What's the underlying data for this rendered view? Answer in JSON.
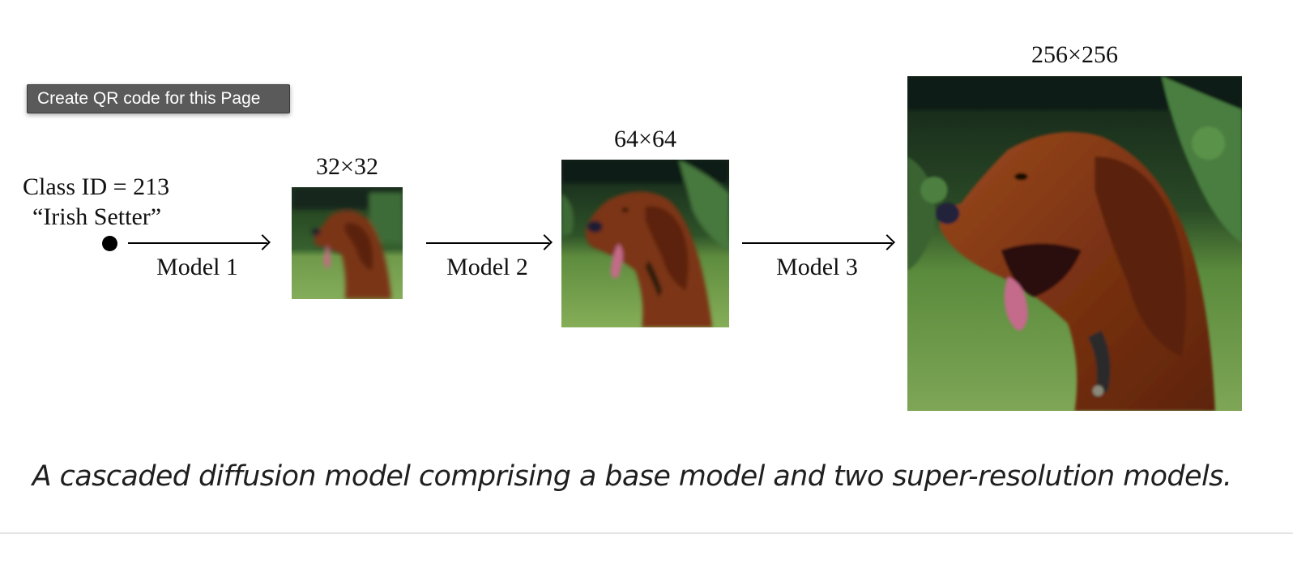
{
  "tooltip": {
    "text": "Create QR code for this Page"
  },
  "figure": {
    "input": {
      "class_id": "Class ID = 213",
      "class_name": "“Irish Setter”"
    },
    "stages": [
      {
        "model": "Model 1",
        "resolution": "32×32"
      },
      {
        "model": "Model 2",
        "resolution": "64×64"
      },
      {
        "model": "Model 3",
        "resolution": "256×256"
      }
    ],
    "image_subject": "irish-setter-dog"
  },
  "caption": "A cascaded diffusion model comprising a base model and two super-resolution models."
}
